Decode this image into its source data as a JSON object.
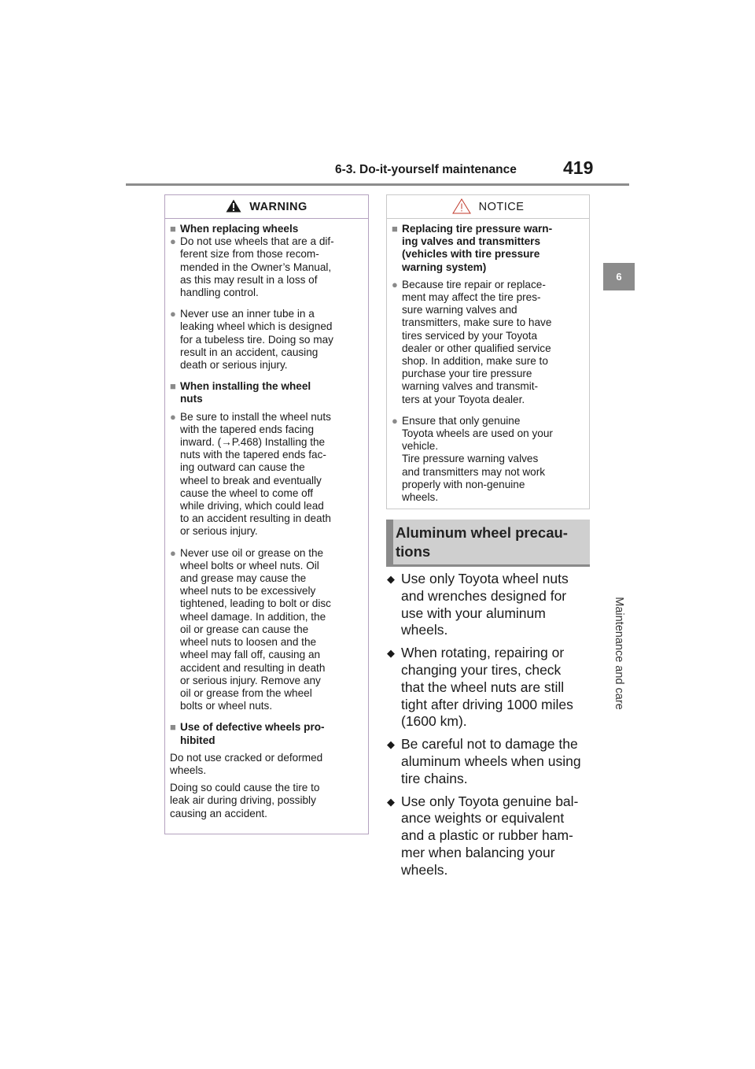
{
  "header": {
    "section": "6-3. Do-it-yourself maintenance",
    "page_number": "419"
  },
  "side_tab": {
    "number": "6",
    "label": "Maintenance and care"
  },
  "warning": {
    "title": "WARNING",
    "sections": [
      {
        "heading": "When replacing wheels",
        "bullets": [
          "Do not use wheels that are a dif-\nferent size from those recom-\nmended in the Owner’s Manual,\nas this may result in a loss of\nhandling control.",
          "Never use an inner tube in a\nleaking wheel which is designed\nfor a tubeless tire. Doing so may\nresult in an accident, causing\ndeath or serious injury."
        ]
      },
      {
        "heading": "When installing the wheel\nnuts",
        "bullets": [
          "Be sure to install the wheel nuts\nwith the tapered ends facing\ninward. (→P.468) Installing the\nnuts with the tapered ends fac-\ning outward can cause the\nwheel to break and eventually\ncause the wheel to come off\nwhile driving, which could lead\nto an accident resulting in death\nor serious injury.",
          "Never use oil or grease on the\nwheel bolts or wheel nuts. Oil\nand grease may cause the\nwheel nuts to be excessively\ntightened, leading to bolt or disc\nwheel damage. In addition, the\noil or grease can cause the\nwheel nuts to loosen and the\nwheel may fall off, causing an\naccident and resulting in death\nor serious injury. Remove any\noil or grease from the wheel\nbolts or wheel nuts."
        ]
      },
      {
        "heading": "Use of defective wheels pro-\nhibited",
        "paragraphs": [
          "Do not use cracked or deformed\nwheels.",
          "Doing so could cause the tire to\nleak air during driving, possibly\ncausing an accident."
        ]
      }
    ]
  },
  "notice": {
    "title": "NOTICE",
    "heading": "Replacing tire pressure warn-\ning valves and transmitters\n(vehicles with tire pressure\nwarning system)",
    "bullets": [
      "Because tire repair or replace-\nment may affect the tire pres-\nsure warning valves and\ntransmitters, make sure to have\ntires serviced by your Toyota\ndealer or other qualified service\nshop. In addition, make sure to\npurchase your tire pressure\nwarning valves and transmit-\nters at your Toyota dealer.",
      "Ensure that only genuine\nToyota wheels are used on your\nvehicle.\nTire pressure warning valves\nand transmitters may not work\nproperly with non-genuine\nwheels."
    ]
  },
  "section": {
    "title": "Aluminum wheel precau-\ntions",
    "items": [
      "Use only Toyota wheel nuts\nand wrenches designed for\nuse with your aluminum\nwheels.",
      "When rotating, repairing or\nchanging your tires, check\nthat the wheel nuts are still\ntight after driving 1000 miles\n(1600 km).",
      "Be careful not to damage the\naluminum wheels when using\ntire chains.",
      "Use only Toyota genuine bal-\nance weights or equivalent\nand a plastic or rubber ham-\nmer when balancing your\nwheels."
    ]
  },
  "icons": {
    "warning": "warning-triangle-icon",
    "notice": "notice-triangle-icon",
    "heading_marker": "square-bullet-icon",
    "bullet_marker": "circle-bullet-icon"
  },
  "colors": {
    "warning_border": "#b4a2bf",
    "notice_border": "#c9c9c9",
    "notice_icon": "#c0392b",
    "section_banner": "#cfcfcf",
    "tab_gray": "#8c8c8c"
  }
}
